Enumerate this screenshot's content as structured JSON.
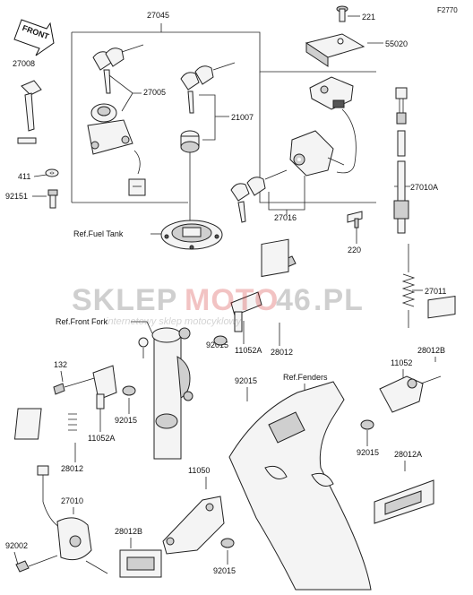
{
  "diagram_code": "F2770",
  "front_label": "FRONT",
  "watermark": {
    "brand_a": "SKLEP",
    "brand_b": "MOTO",
    "brand_c": "46",
    "brand_d": ".PL",
    "subtitle": "internetowy sklep motocyklowy"
  },
  "labels": {
    "p27045": "27045",
    "p221": "221",
    "p55020": "55020",
    "p27008": "27008",
    "p27005": "27005",
    "p21007": "21007",
    "p411": "411",
    "p92151": "92151",
    "p27016": "27016",
    "p27010A": "27010A",
    "p220": "220",
    "p132a": "132",
    "p27011": "27011",
    "p28012a": "28012",
    "p11052Aa": "11052A",
    "p92015a": "92015",
    "p132b": "132",
    "p92015b": "92015",
    "p11052Ab": "11052A",
    "p28012b": "28012",
    "p92015c": "92015",
    "p11052": "11052",
    "p28012B_a": "28012B",
    "p92015d": "92015",
    "p28012A": "28012A",
    "p27010": "27010",
    "p11050": "11050",
    "p92002": "92002",
    "p28012B_b": "28012B",
    "p92015e": "92015"
  },
  "refs": {
    "fuel_tank": "Ref.Fuel Tank",
    "front_fork": "Ref.Front Fork",
    "fenders": "Ref.Fenders"
  }
}
